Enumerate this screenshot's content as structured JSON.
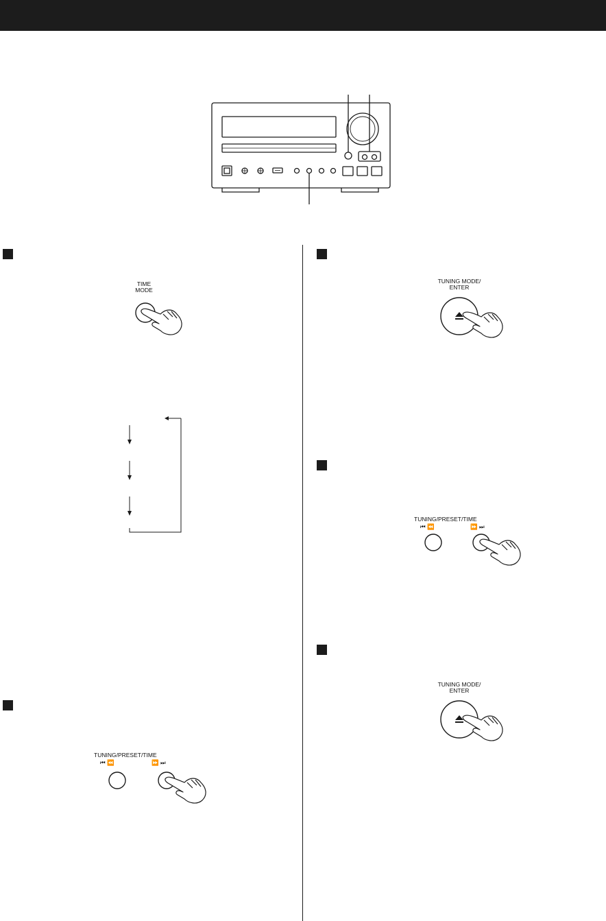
{
  "header": {
    "bar_color": "#1c1c1c"
  },
  "buttons": {
    "time_mode": {
      "line1": "TIME",
      "line2": "MODE"
    },
    "tuning_mode_enter": {
      "line1": "TUNING MODE/",
      "line2": "ENTER",
      "symbol": "⏏"
    },
    "tuning_preset_time": {
      "label": "TUNING/PRESET/TIME",
      "back_symbols": "⏮ ⏪",
      "forward_symbols": "⏩ ⏭"
    }
  },
  "icons": [
    "hand-pointer-icon",
    "eject-icon",
    "skip-back-icon",
    "rewind-icon",
    "fast-forward-icon",
    "skip-forward-icon"
  ]
}
